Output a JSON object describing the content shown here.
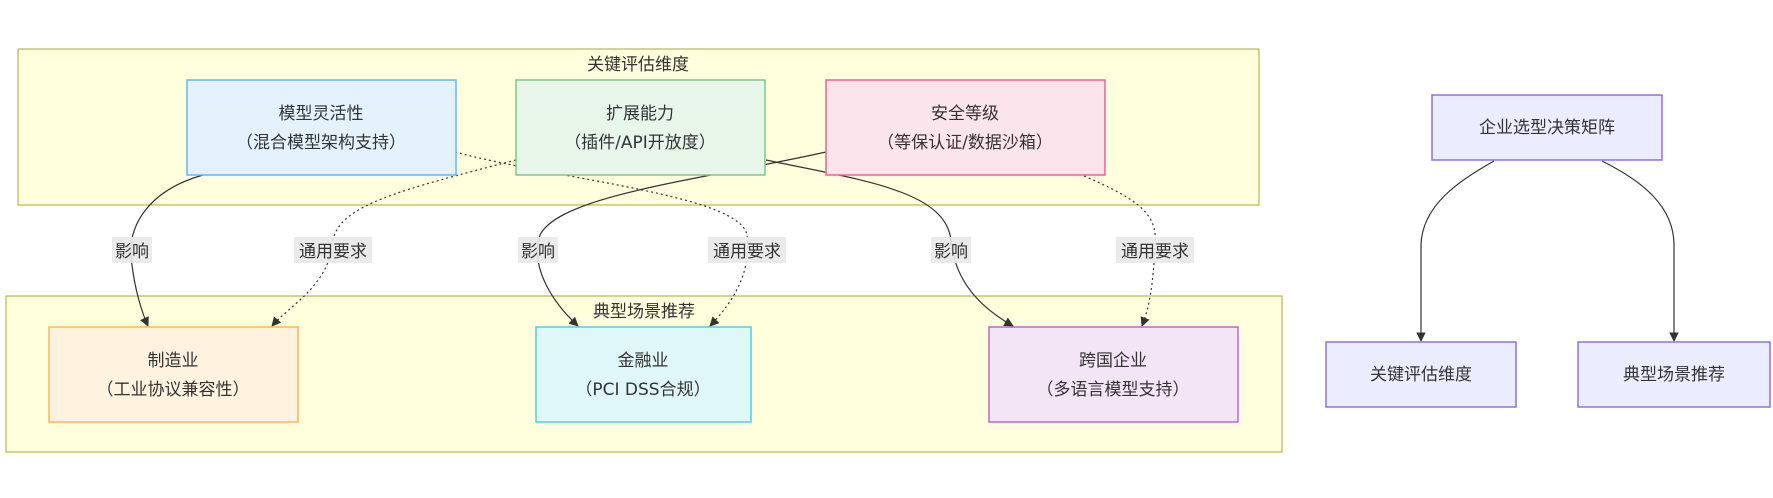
{
  "clusters": {
    "eval": {
      "title": "关键评估维度"
    },
    "scene": {
      "title": "典型场景推荐"
    }
  },
  "nodes": {
    "flex": {
      "line1": "模型灵活性",
      "line2": "（混合模型架构支持）",
      "fill": "#e3f2fd",
      "stroke": "#64b5f6"
    },
    "ext": {
      "line1": "扩展能力",
      "line2": "（插件/API开放度）",
      "fill": "#e8f5e9",
      "stroke": "#81c784"
    },
    "sec": {
      "line1": "安全等级",
      "line2": "（等保认证/数据沙箱）",
      "fill": "#fce4ec",
      "stroke": "#f06292"
    },
    "mfg": {
      "line1": "制造业",
      "line2": "（工业协议兼容性）",
      "fill": "#fff3e0",
      "stroke": "#ffb74d"
    },
    "fin": {
      "line1": "金融业",
      "line2": "（PCI DSS合规）",
      "fill": "#e0f7fa",
      "stroke": "#4dd0e1"
    },
    "mnc": {
      "line1": "跨国企业",
      "line2": "（多语言模型支持）",
      "fill": "#f3e5f5",
      "stroke": "#ba68c8"
    },
    "matrix": {
      "line1": "企业选型决策矩阵",
      "fill": "#ececff",
      "stroke": "#9370db"
    },
    "evalNode": {
      "line1": "关键评估维度",
      "fill": "#ececff",
      "stroke": "#9370db"
    },
    "sceneNode": {
      "line1": "典型场景推荐",
      "fill": "#ececff",
      "stroke": "#9370db"
    }
  },
  "edges": {
    "influence": "影响",
    "general": "通用要求"
  }
}
